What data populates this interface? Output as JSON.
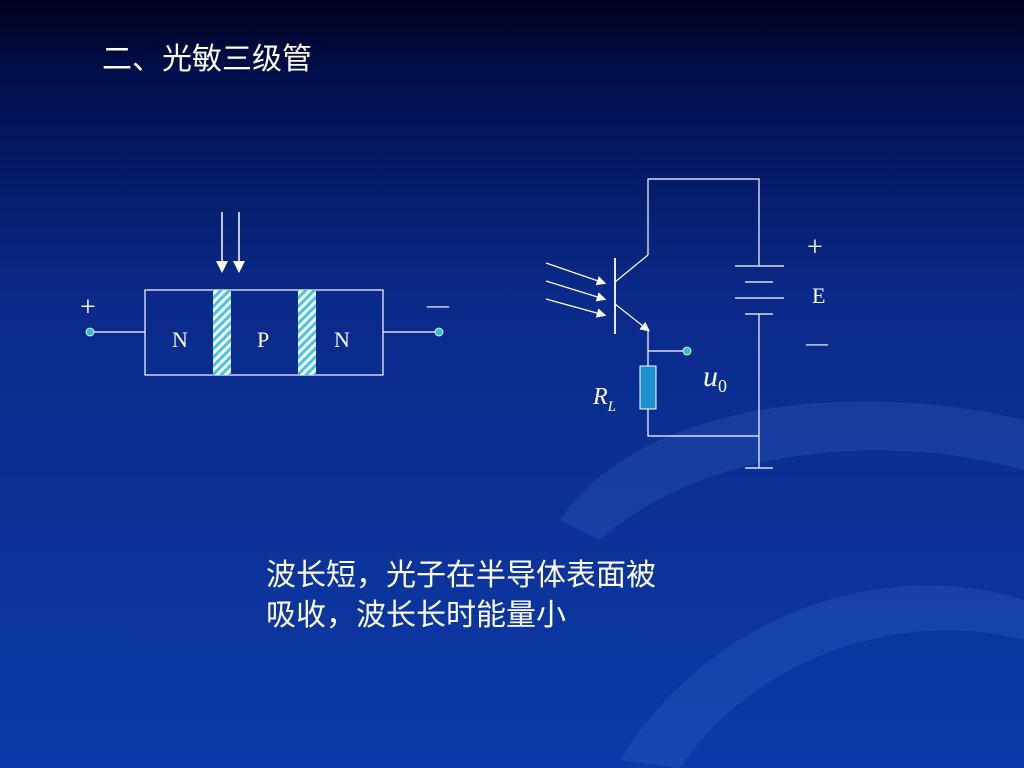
{
  "title": "二、光敏三级管",
  "caption": {
    "line1": "波长短，光子在半导体表面被",
    "line2": "吸收，波长长时能量小"
  },
  "diode": {
    "plus": "+",
    "minus": "—",
    "region_left": "N",
    "region_mid": "P",
    "region_right": "N"
  },
  "circuit": {
    "plus": "+",
    "minus": "—",
    "source_label": "E",
    "resistor_main": "R",
    "resistor_sub": "L",
    "output_main": "u",
    "output_sub": "0"
  },
  "colors": {
    "line": "#ffffff",
    "terminal": "#2ec4c4",
    "resistor": "#1e90d0",
    "hatch": "#40c8e0"
  }
}
